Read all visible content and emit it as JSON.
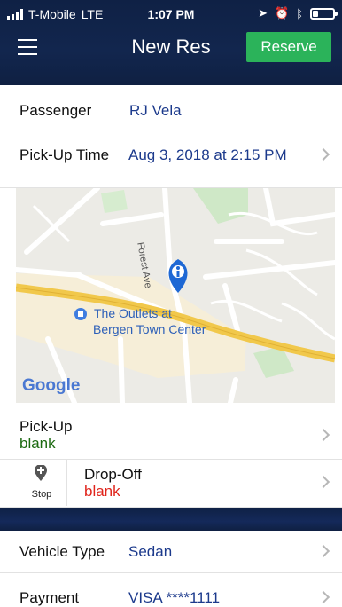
{
  "status_bar": {
    "carrier": "T-Mobile",
    "network": "LTE",
    "time": "1:07 PM"
  },
  "nav": {
    "title": "New Res",
    "reserve_label": "Reserve"
  },
  "passenger": {
    "label": "Passenger",
    "value": "RJ Vela"
  },
  "pickup_time": {
    "label": "Pick-Up Time",
    "value": "Aug 3, 2018 at 2:15 PM"
  },
  "map": {
    "street_label": "Forest Ave",
    "place_label_line1": "The Outlets at",
    "place_label_line2": "Bergen Town Center",
    "logo": "Google"
  },
  "pickup": {
    "label": "Pick-Up",
    "value": "blank",
    "value_color": "#1d6b12"
  },
  "dropoff": {
    "stop_caption": "Stop",
    "label": "Drop-Off",
    "value": "blank",
    "value_color": "#e0241b"
  },
  "vehicle": {
    "label": "Vehicle Type",
    "value": "Sedan"
  },
  "payment": {
    "label": "Payment",
    "value": "VISA ****1111"
  },
  "colors": {
    "header_bg": "#12264e",
    "accent_green": "#2bb35a",
    "value_blue": "#1c3a8c"
  }
}
